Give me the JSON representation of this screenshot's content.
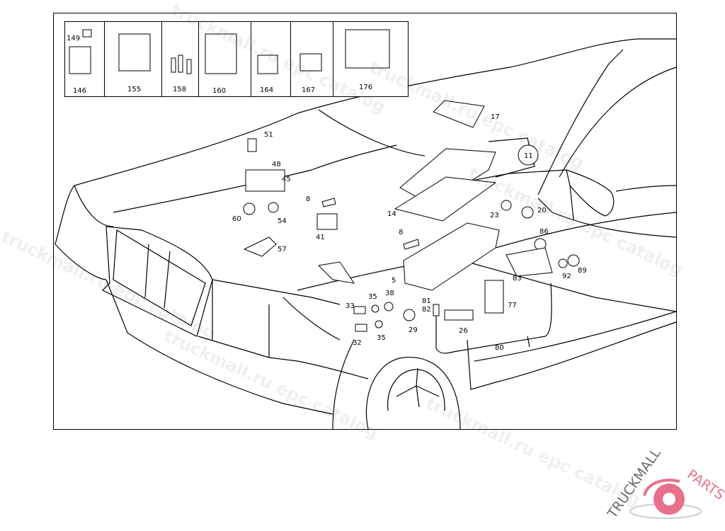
{
  "diagram": {
    "header_parts": [
      {
        "labels": [
          "149",
          "146"
        ]
      },
      {
        "labels": [
          "155"
        ]
      },
      {
        "labels": [
          "158"
        ]
      },
      {
        "labels": [
          "160"
        ]
      },
      {
        "labels": [
          "164"
        ]
      },
      {
        "labels": [
          "167"
        ]
      },
      {
        "labels": [
          "176"
        ]
      }
    ],
    "callouts": [
      "17",
      "11",
      "51",
      "48",
      "45",
      "8",
      "60",
      "54",
      "41",
      "57",
      "14",
      "23",
      "20",
      "86",
      "8",
      "5",
      "83",
      "92",
      "89",
      "35",
      "38",
      "33",
      "81",
      "82",
      "77",
      "29",
      "26",
      "32",
      "35",
      "80"
    ]
  },
  "watermark": {
    "text": "truckmall.ru epc catalog"
  },
  "logo": {
    "text_gray": "TRUCKMALL",
    "text_pink": "PARTS",
    "color_pink": "#e8708a",
    "color_gray": "#6b6b6b"
  }
}
